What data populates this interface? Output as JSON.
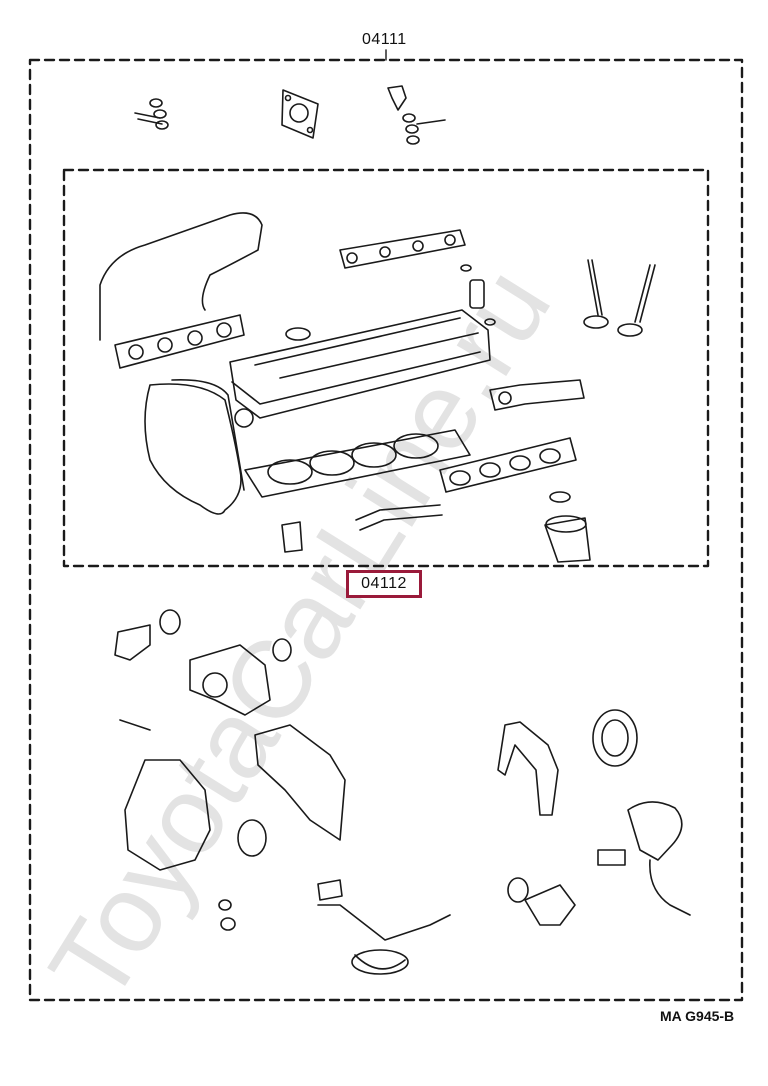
{
  "labels": {
    "outer_kit": "04111",
    "inner_kit": "04112",
    "diagram_code": "MA G945-B"
  },
  "watermark": {
    "text": "ToyotaCarLine.ru",
    "color": "#d9d9d9"
  },
  "colors": {
    "highlight_border": "#9a1a3a",
    "line": "#1a1a1a"
  }
}
